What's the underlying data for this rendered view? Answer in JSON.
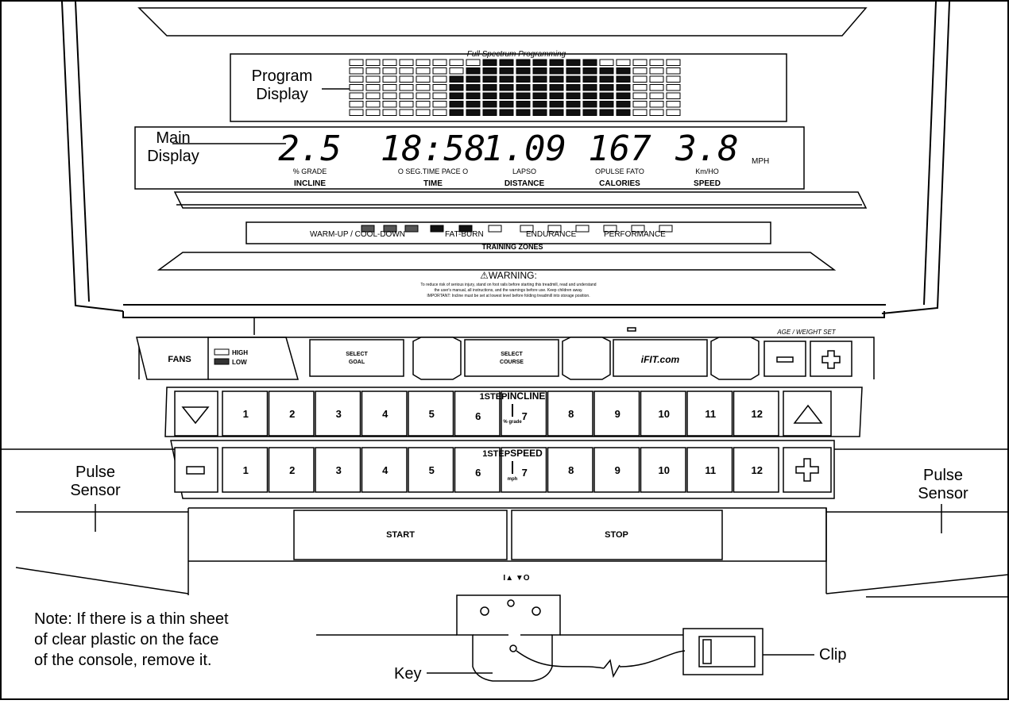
{
  "callouts": {
    "program_display": [
      "Program",
      "Display"
    ],
    "main_display": [
      "Main",
      "Display"
    ],
    "pulse_sensor_left": [
      "Pulse",
      "Sensor"
    ],
    "pulse_sensor_right": [
      "Pulse",
      "Sensor"
    ],
    "key": "Key",
    "clip": "Clip"
  },
  "note": [
    "Note: If there is a thin sheet",
    "of clear plastic on the face",
    "of the console, remove it."
  ],
  "program_display": {
    "title": "Full Spectrum Programming",
    "columns": 20,
    "rows": 7,
    "highlight_heights": [
      0,
      0,
      0,
      0,
      0,
      0,
      5,
      6,
      7,
      7,
      7,
      7,
      7,
      7,
      7,
      6,
      6,
      0,
      0,
      0
    ]
  },
  "main_display": {
    "readouts": [
      {
        "value": "2.5",
        "top": "% GRADE",
        "bottom": "INCLINE"
      },
      {
        "value": "18:58",
        "top": "O SEG.TIME  PACE O",
        "bottom": "TIME"
      },
      {
        "value": "1.09",
        "top": "LAPSO",
        "bottom": "DISTANCE"
      },
      {
        "value": "167",
        "top": "OPULSE  FATO",
        "bottom": "CALORIES"
      },
      {
        "value": "3.8",
        "top": "Km/HO",
        "bottom": "SPEED"
      }
    ],
    "speed_unit": "MPH"
  },
  "training_zones": {
    "title": "TRAINING ZONES",
    "zones": [
      "WARM-UP / COOL-DOWN",
      "FAT-BURN",
      "ENDURANCE",
      "PERFORMANCE"
    ]
  },
  "warning": {
    "title": "⚠WARNING:",
    "lines": [
      "To reduce risk of serious injury, stand on foot rails before starting this treadmill, read and understand",
      "the user's manual, all instructions, and the warnings before use. Keep children away.",
      "IMPORTANT: Incline must be set at lowest level before folding treadmill into storage position."
    ]
  },
  "control_row": {
    "fans": "FANS",
    "fan_high": "HIGH",
    "fan_low": "LOW",
    "select_goal": [
      "SELECT",
      "GOAL"
    ],
    "select_course": [
      "SELECT",
      "COURSE"
    ],
    "ifit_logo": "iFIT.com",
    "age_weight_set": "AGE / WEIGHT SET",
    "minus_icon": "minus-icon",
    "plus_icon": "plus-icon"
  },
  "incline_row": {
    "numbers": [
      "1",
      "2",
      "3",
      "4",
      "5",
      "6",
      "7",
      "8",
      "9",
      "10",
      "11",
      "12"
    ],
    "label_prefix": "1STEP",
    "label_main": "INCLINE",
    "unit": "% grade",
    "down_icon": "triangle-down-icon",
    "up_icon": "triangle-up-icon"
  },
  "speed_row": {
    "numbers": [
      "1",
      "2",
      "3",
      "4",
      "5",
      "6",
      "7",
      "8",
      "9",
      "10",
      "11",
      "12"
    ],
    "label_prefix": "1STEP",
    "label_main": "SPEED",
    "unit": "mph",
    "minus_icon": "minus-icon",
    "plus_icon": "plus-icon"
  },
  "start": "START",
  "stop": "STOP",
  "key_symbols": "I▲   ▼O"
}
